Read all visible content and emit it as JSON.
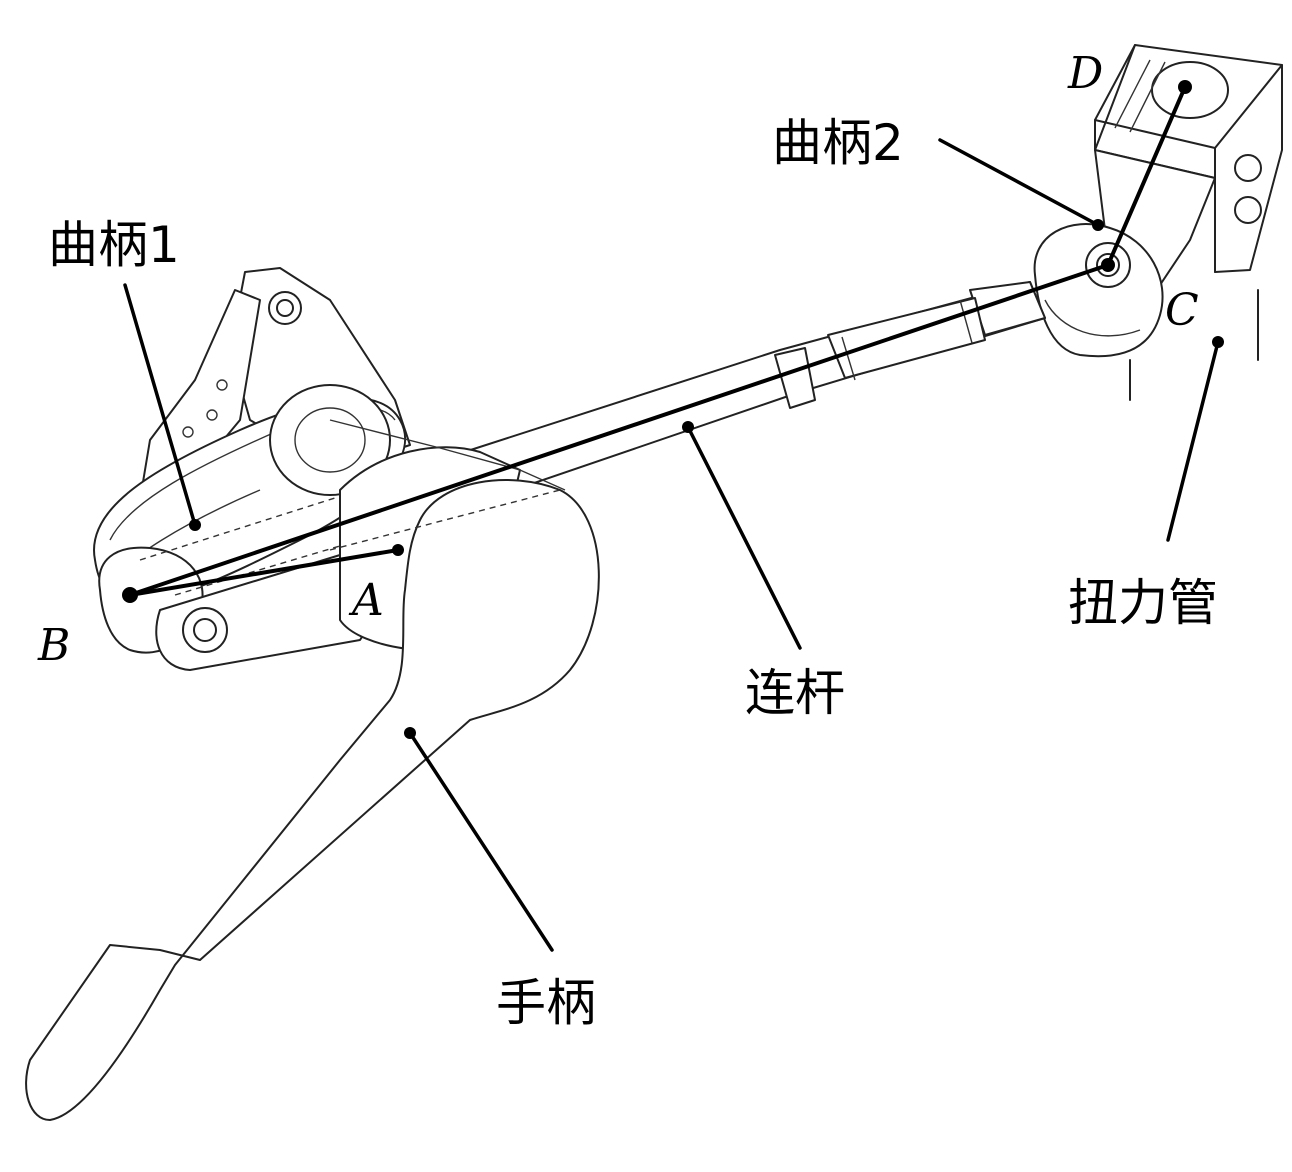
{
  "labels": {
    "crank1": "曲柄1",
    "crank2": "曲柄2",
    "torsion_tube": "扭力管",
    "link": "连杆",
    "handle": "手柄",
    "point_a": "A",
    "point_b": "B",
    "point_c": "C",
    "point_d": "D"
  }
}
